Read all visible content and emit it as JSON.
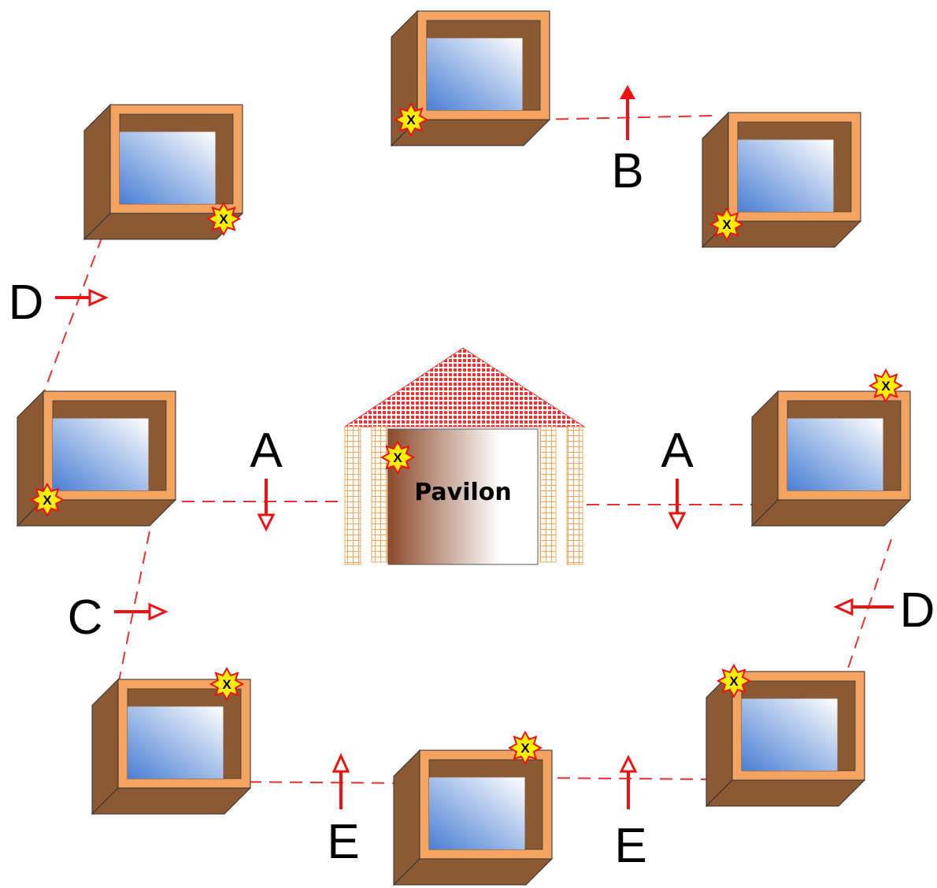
{
  "colors": {
    "frame_outer": "#8b5a35",
    "frame_inner": "#f4a460",
    "glass_light": "#ffffff",
    "glass_dark": "#4a7fd4",
    "dash_line": "#e83030",
    "arrow": "#ee1111",
    "marker_fill": "#ffee00",
    "marker_stroke": "#ee1111",
    "roof": "#ee3333",
    "pillar": "#f4a460"
  },
  "pavilion": {
    "label": "Pavilon"
  },
  "marker": {
    "text": "X"
  },
  "labels": {
    "a_left": "A",
    "a_right": "A",
    "b": "B",
    "c": "C",
    "d_left": "D",
    "d_right": "D",
    "e_left": "E",
    "e_right": "E"
  },
  "icons": {
    "window": "window-box-icon",
    "marker": "x-star-marker-icon",
    "arrow": "red-arrow-icon"
  }
}
